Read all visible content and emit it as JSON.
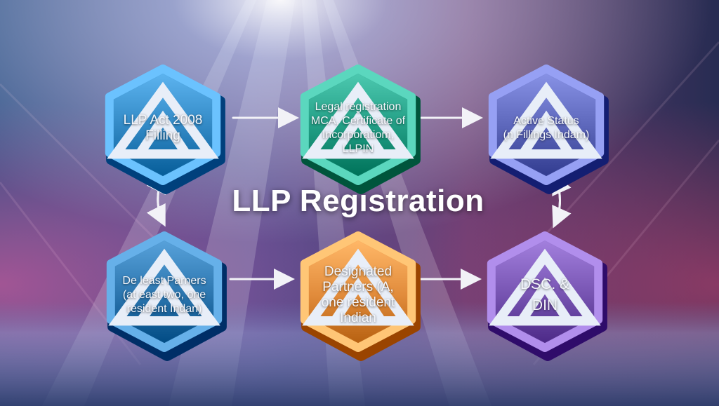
{
  "title": "LLP Registration",
  "nodes": {
    "act": "LLP Act 2008\nFilling",
    "legal": "Legal registration\nMCA,  Certificate of\nIncorporatiom,\nLLPIN",
    "active": "Active Status\n(n Fillings Indam)",
    "partners": "De least Parners\n(at east two, one\nresident Indan)",
    "designated": "Designated\nPartners (A,\none resident\nIndian",
    "dsc": "DSC. &\nDIN"
  },
  "colors": {
    "act": "#2f86c2",
    "legal": "#1f9b82",
    "active": "#5a64b8",
    "partners": "#2a74ad",
    "designated": "#e08a3a",
    "dsc": "#7552b0"
  },
  "icons": [
    "badge-icon"
  ]
}
